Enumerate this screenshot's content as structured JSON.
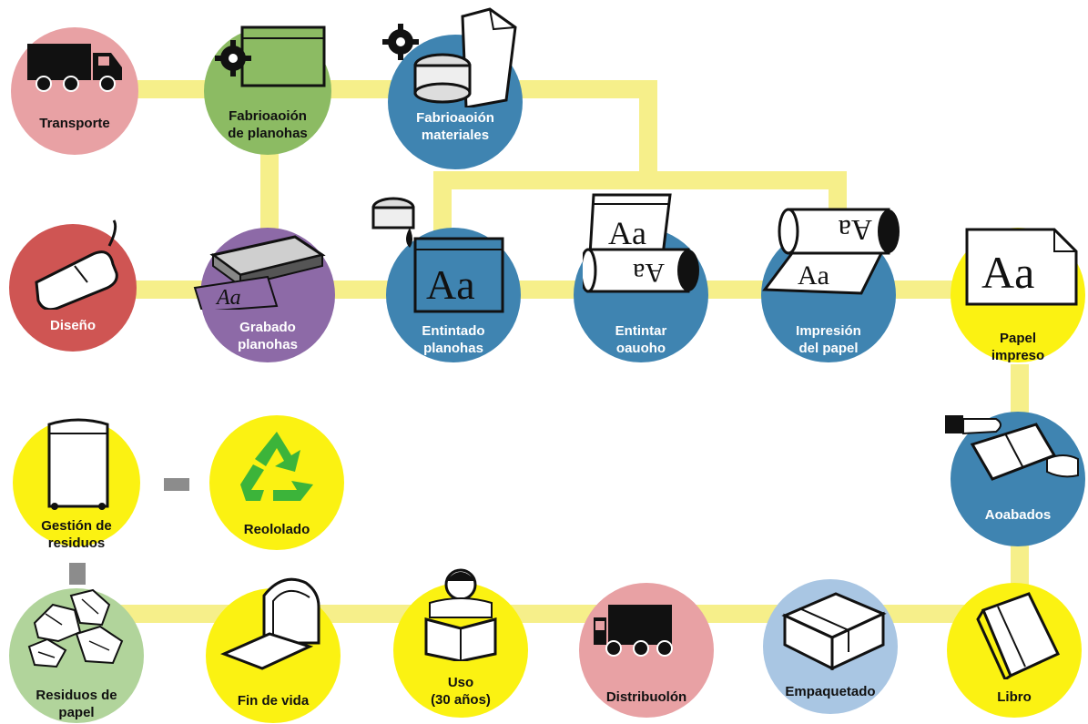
{
  "colors": {
    "connector": "#f6ef8a",
    "pink": "#e8a1a4",
    "green": "#8cbb63",
    "blue": "#3f84b1",
    "red": "#cf5553",
    "purple": "#8d6aa7",
    "yellow": "#fbf212",
    "light_blue": "#a9c6e3",
    "light_green": "#b1d49b",
    "recycle_green": "#3cb43a",
    "gray_link": "#8c8c8c"
  },
  "nodes": {
    "transporte": {
      "lines": [
        "Transporte"
      ],
      "icon": "truck-icon"
    },
    "fabricacion_planchas": {
      "lines": [
        "Fabrioaoión",
        "de planohas"
      ],
      "icon": "plate-gear-icon"
    },
    "fabricacion_materiales": {
      "lines": [
        "Fabrioaoión",
        "materiales"
      ],
      "icon": "ink-paper-gear-icon"
    },
    "diseno": {
      "lines": [
        "Diseño"
      ],
      "icon": "mouse-icon"
    },
    "grabado_planchas": {
      "lines": [
        "Grabado",
        "planohas"
      ],
      "icon": "engraver-icon"
    },
    "entintado_planchas": {
      "lines": [
        "Entintado",
        "planohas"
      ],
      "icon": "inked-plate-icon"
    },
    "entintar_caucho": {
      "lines": [
        "Entintar",
        "oauoho"
      ],
      "icon": "rubber-roller-icon"
    },
    "impresion_papel": {
      "lines": [
        "Impresión",
        "del papel"
      ],
      "icon": "print-roller-icon"
    },
    "papel_impreso": {
      "lines": [
        "Papel",
        "impreso"
      ],
      "icon": "printed-sheet-icon"
    },
    "acabados": {
      "lines": [
        "Aoabados"
      ],
      "icon": "hands-folding-icon"
    },
    "gestion_residuos": {
      "lines": [
        "Gestión de",
        "residuos"
      ],
      "icon": "bin-icon"
    },
    "reciclado": {
      "lines": [
        "Reololado"
      ],
      "icon": "recycle-icon"
    },
    "residuos_papel": {
      "lines": [
        "Residuos de",
        "papel"
      ],
      "icon": "crumpled-paper-icon"
    },
    "fin_de_vida": {
      "lines": [
        "Fin de vida"
      ],
      "icon": "tombstone-icon"
    },
    "uso": {
      "lines": [
        "Uso",
        "(30 años)"
      ],
      "icon": "reader-icon"
    },
    "distribucion": {
      "lines": [
        "Distribuolón"
      ],
      "icon": "truck-icon"
    },
    "empaquetado": {
      "lines": [
        "Empaquetado"
      ],
      "icon": "package-icon"
    },
    "libro": {
      "lines": [
        "Libro"
      ],
      "icon": "book-icon"
    }
  }
}
